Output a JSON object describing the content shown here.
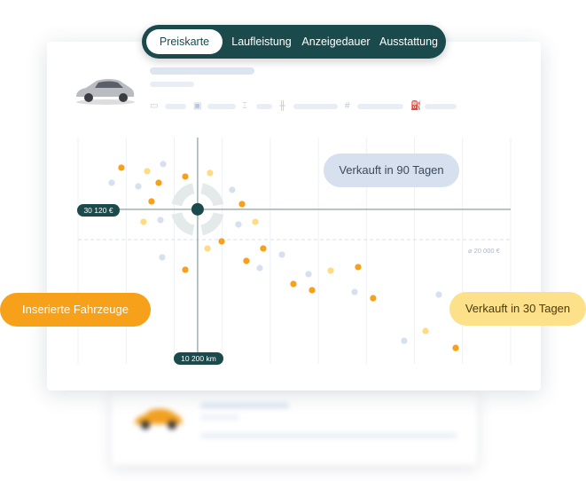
{
  "tabs": [
    {
      "label": "Preiskarte",
      "active": true
    },
    {
      "label": "Laufleistung"
    },
    {
      "label": "Anzeigedauer"
    },
    {
      "label": "Ausstattung"
    }
  ],
  "listing": {
    "car_color": "silver",
    "spec_icons": [
      "calendar-icon",
      "engine-icon",
      "transmission-icon",
      "road-icon",
      "hashtag-icon",
      "fuel-icon"
    ]
  },
  "background_listing": {
    "car_color": "orange"
  },
  "legend": {
    "inserted": "Inserierte Fahrzeuge",
    "sold90": "Verkauft in 90 Tagen",
    "sold30": "Verkauft in 30 Tagen"
  },
  "crosshair": {
    "price_label": "30 120 €",
    "km_label": "10 200 km",
    "km": 10200,
    "price": 30120
  },
  "average": {
    "label": "⌀ 20 000 €",
    "price": 20000
  },
  "colors": {
    "inserted": "#f7a01a",
    "sold90": "#d6e0ef",
    "sold30": "#fddc84",
    "accent": "#1b4a4c"
  },
  "chart_data": {
    "type": "scatter",
    "xlabel": "",
    "ylabel": "",
    "xlim": [
      0,
      36900
    ],
    "ylim": [
      0,
      44100
    ],
    "grid": "vertical",
    "series": [
      {
        "key": "inserted",
        "name": "Inserierte Fahrzeuge",
        "points": [
          [
            3700,
            38230
          ],
          [
            9150,
            36500
          ],
          [
            6880,
            35290
          ],
          [
            6270,
            31660
          ],
          [
            13990,
            31140
          ],
          [
            12250,
            23870
          ],
          [
            15800,
            22490
          ],
          [
            14360,
            20070
          ],
          [
            9150,
            18340
          ],
          [
            18370,
            15570
          ],
          [
            19960,
            14360
          ],
          [
            23890,
            18860
          ],
          [
            25170,
            12800
          ],
          [
            32210,
            3110
          ]
        ]
      },
      {
        "key": "sold30",
        "name": "Verkauft in 30 Tagen",
        "points": [
          [
            5900,
            37540
          ],
          [
            11260,
            37200
          ],
          [
            5590,
            27680
          ],
          [
            15120,
            27680
          ],
          [
            11040,
            22490
          ],
          [
            21550,
            18170
          ],
          [
            29640,
            6400
          ]
        ]
      },
      {
        "key": "sold90",
        "name": "Verkauft in 90 Tagen",
        "points": [
          [
            2870,
            35290
          ],
          [
            5140,
            34600
          ],
          [
            7260,
            38930
          ],
          [
            13150,
            33910
          ],
          [
            7030,
            28030
          ],
          [
            13680,
            27160
          ],
          [
            7180,
            20760
          ],
          [
            17390,
            21280
          ],
          [
            15500,
            18680
          ],
          [
            19660,
            17470
          ],
          [
            23590,
            14010
          ],
          [
            30770,
            13490
          ],
          [
            27820,
            4500
          ]
        ]
      }
    ]
  }
}
